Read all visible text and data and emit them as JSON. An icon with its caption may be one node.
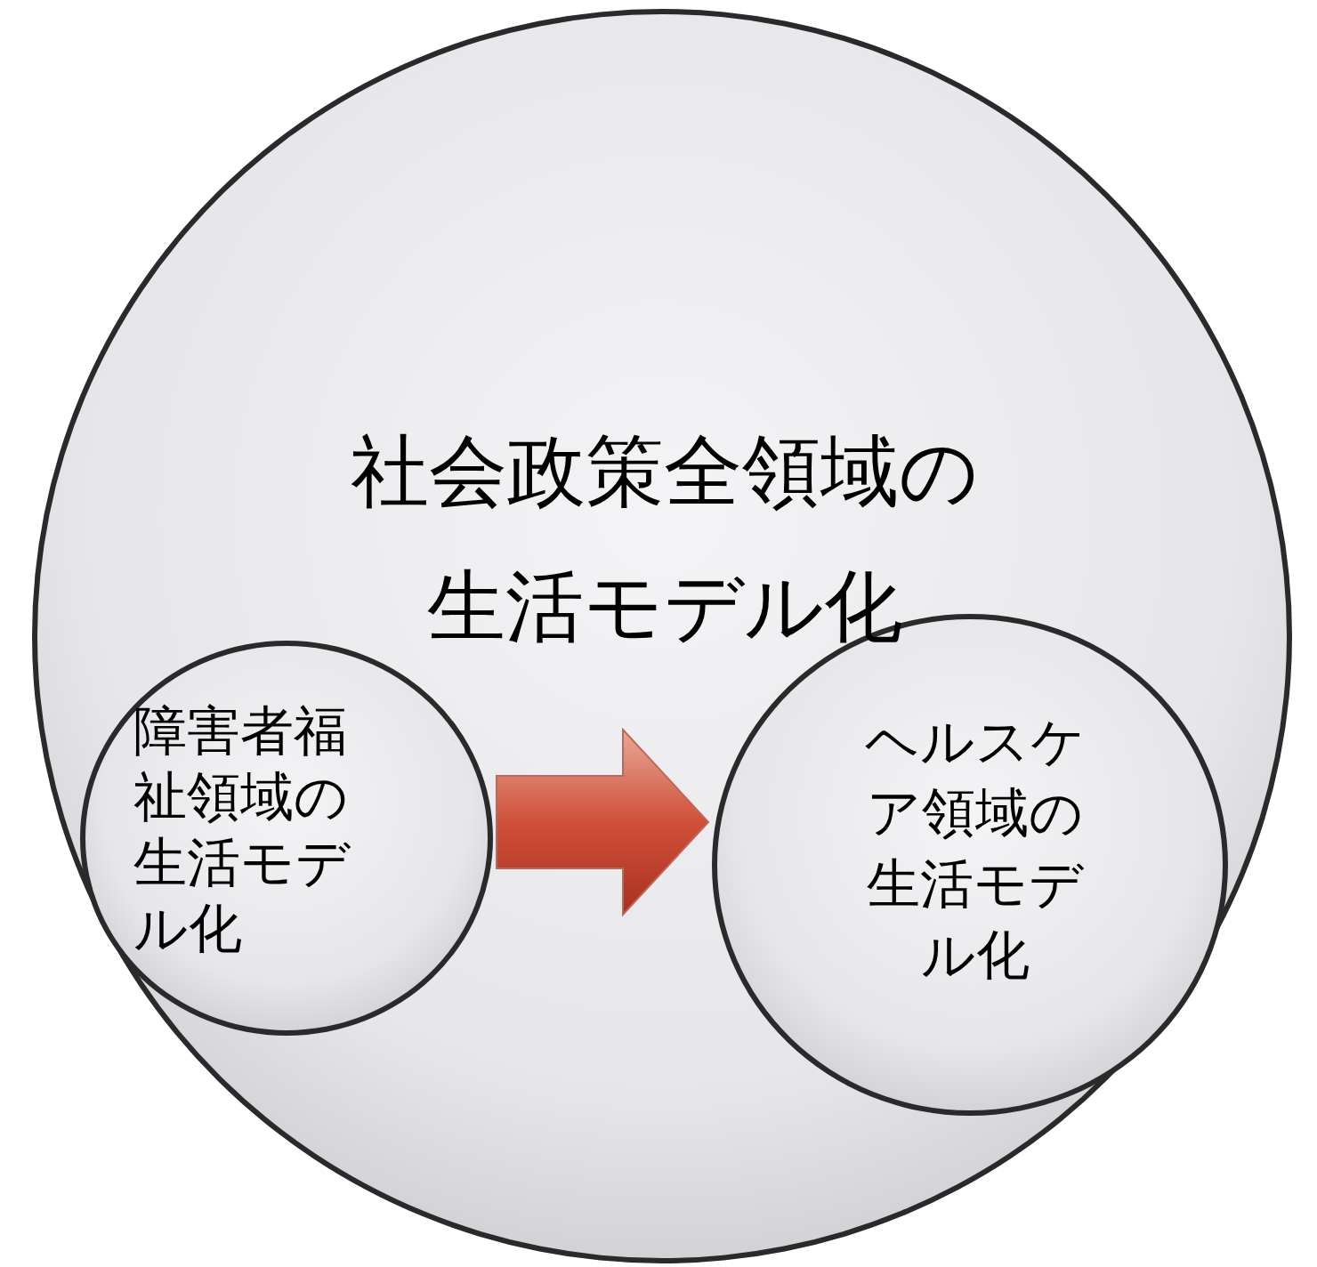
{
  "diagram": {
    "nodes": [
      {
        "text": [
          "社会政策全領域の生活モデル化"
        ]
      },
      {
        "text": [
          "障害者福祉領域の生活モデル化"
        ],
        "in": 0
      },
      {
        "text": [
          "ヘルスケア領域の生活モデル化"
        ],
        "in": 0
      }
    ],
    "edges": [
      {
        "from": 1,
        "to": 2,
        "arrow": "to"
      }
    ]
  }
}
